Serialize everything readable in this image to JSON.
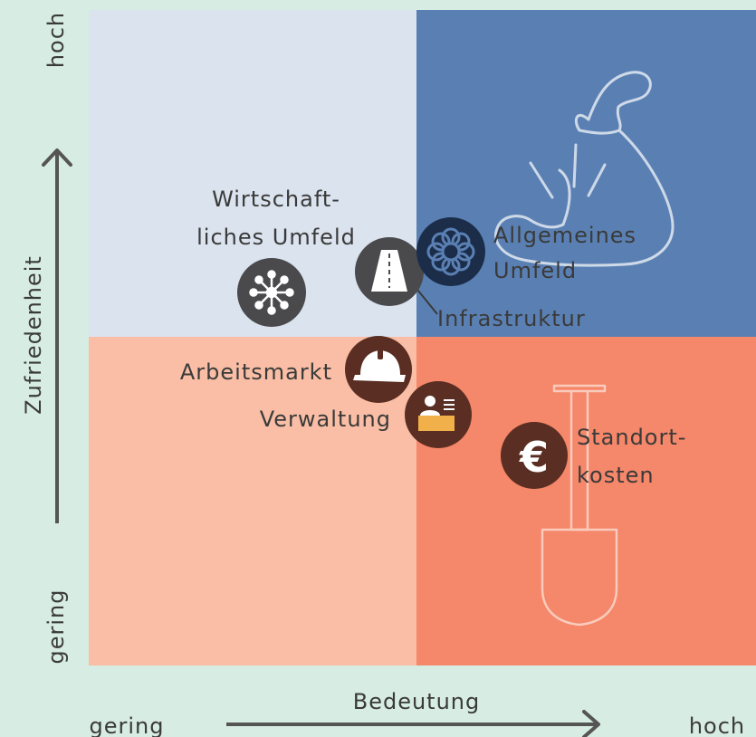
{
  "axes": {
    "y": {
      "label": "Zufriedenheit",
      "low": "gering",
      "high": "hoch"
    },
    "x": {
      "label": "Bedeutung",
      "low": "gering",
      "high": "hoch"
    }
  },
  "colors": {
    "background": "#d7ece2",
    "quadrant_top_left": "#dbe3ee",
    "quadrant_top_right": "#5a80b3",
    "quadrant_bottom_left": "#f9bea5",
    "quadrant_bottom_right": "#f5876a",
    "text": "#3a3a3a",
    "axis_arrow": "#555555",
    "marker_grey": "#4a4a4d",
    "marker_navy": "#1c2d4a",
    "marker_brown": "#5a2e22"
  },
  "quadrant_icons": {
    "top_right": "flexed-arm-icon",
    "bottom_right": "shovel-icon"
  },
  "items": [
    {
      "id": "wirtschaftliches-umfeld",
      "label_lines": [
        "Wirtschaft-",
        "liches Umfeld"
      ],
      "icon": "network-nodes-icon"
    },
    {
      "id": "infrastruktur",
      "label_lines": [
        "Infrastruktur"
      ],
      "icon": "road-icon"
    },
    {
      "id": "allgemeines-umfeld",
      "label_lines": [
        "Allgemeines",
        "Umfeld"
      ],
      "icon": "flower-icon"
    },
    {
      "id": "arbeitsmarkt",
      "label_lines": [
        "Arbeitsmarkt"
      ],
      "icon": "hard-hat-icon"
    },
    {
      "id": "verwaltung",
      "label_lines": [
        "Verwaltung"
      ],
      "icon": "office-desk-icon"
    },
    {
      "id": "standortkosten",
      "label_lines": [
        "Standort-",
        "kosten"
      ],
      "icon": "euro-icon"
    }
  ]
}
